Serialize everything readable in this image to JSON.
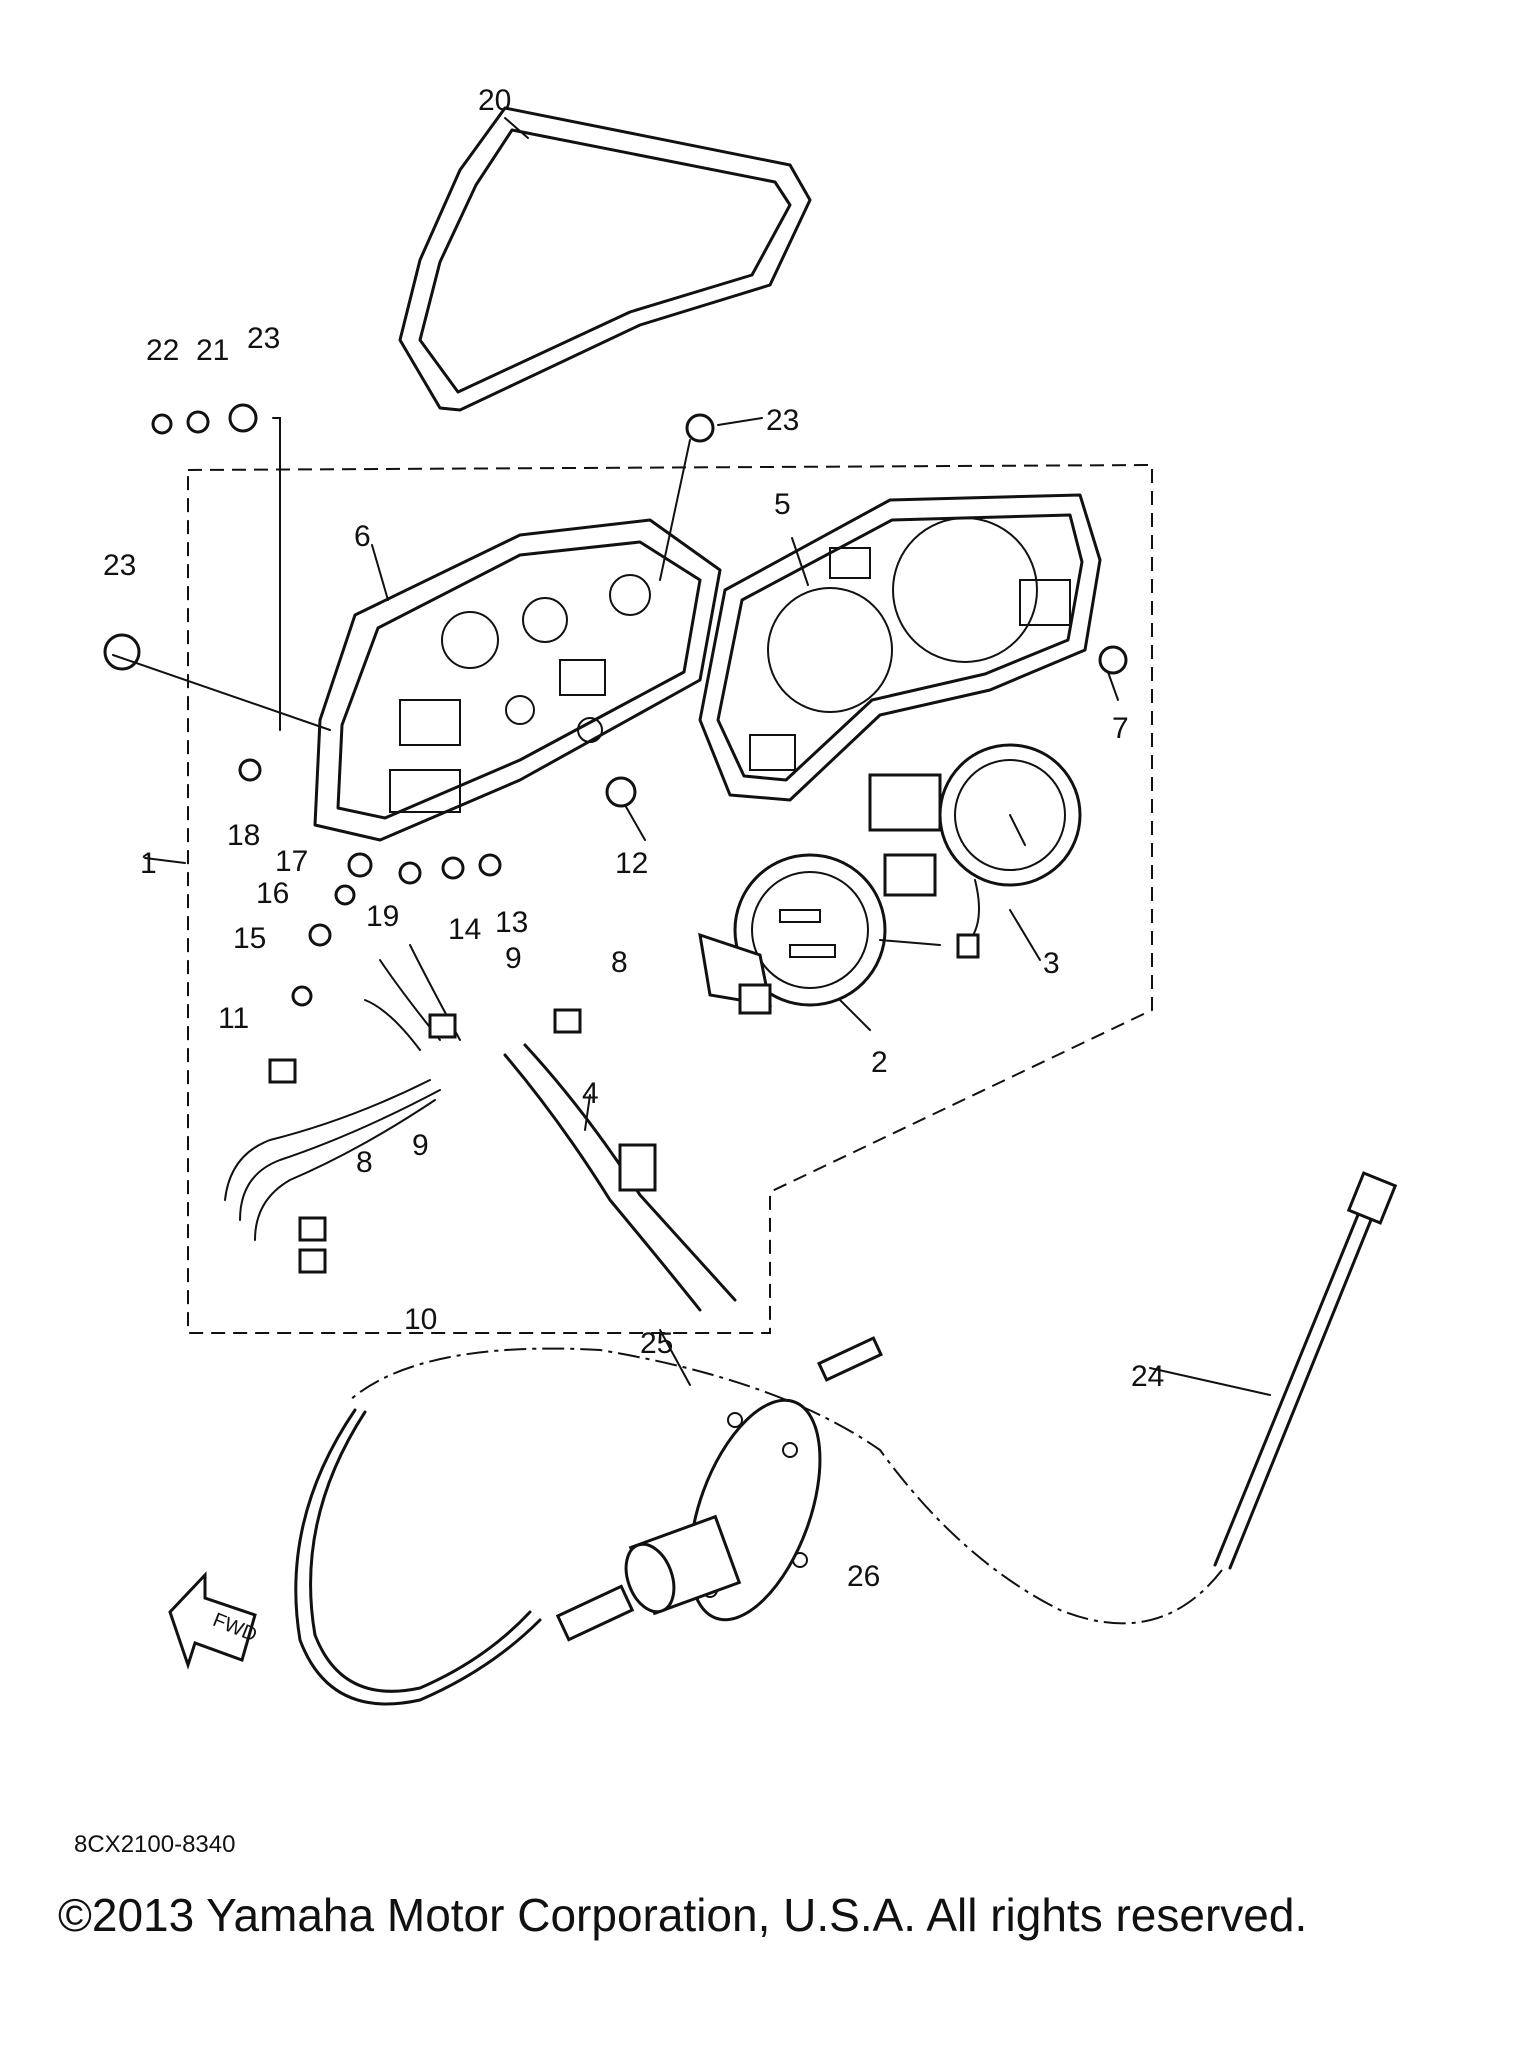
{
  "diagram": {
    "callouts": [
      "1",
      "2",
      "3",
      "4",
      "5",
      "6",
      "7",
      "8",
      "8",
      "9",
      "9",
      "10",
      "11",
      "12",
      "13",
      "14",
      "15",
      "16",
      "17",
      "18",
      "19",
      "20",
      "21",
      "22",
      "23",
      "23",
      "23",
      "24",
      "25",
      "26"
    ],
    "fwd_label": "FWD",
    "part_code": "8CX2100-8340",
    "copyright": "©2013 Yamaha Motor Corporation, U.S.A. All rights reserved.",
    "colors": {
      "ink": "#111111",
      "paper": "#ffffff"
    }
  }
}
